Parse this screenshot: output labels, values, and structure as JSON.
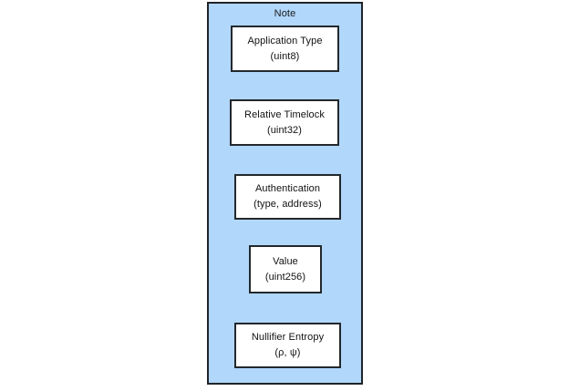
{
  "diagram": {
    "title": "Note",
    "container_fill": "#b1d7fb",
    "container_stroke": "#1f2428",
    "box_fill": "#ffffff",
    "box_stroke": "#23282c",
    "page_background": "#ffffff",
    "fields": [
      {
        "name": "Application Type",
        "type": "(uint8)"
      },
      {
        "name": "Relative Timelock",
        "type": "(uint32)"
      },
      {
        "name": "Authentication",
        "type": "(type, address)"
      },
      {
        "name": "Value",
        "type": "(uint256)"
      },
      {
        "name": "Nullifier Entropy",
        "type": "(ρ, ψ)"
      }
    ]
  }
}
